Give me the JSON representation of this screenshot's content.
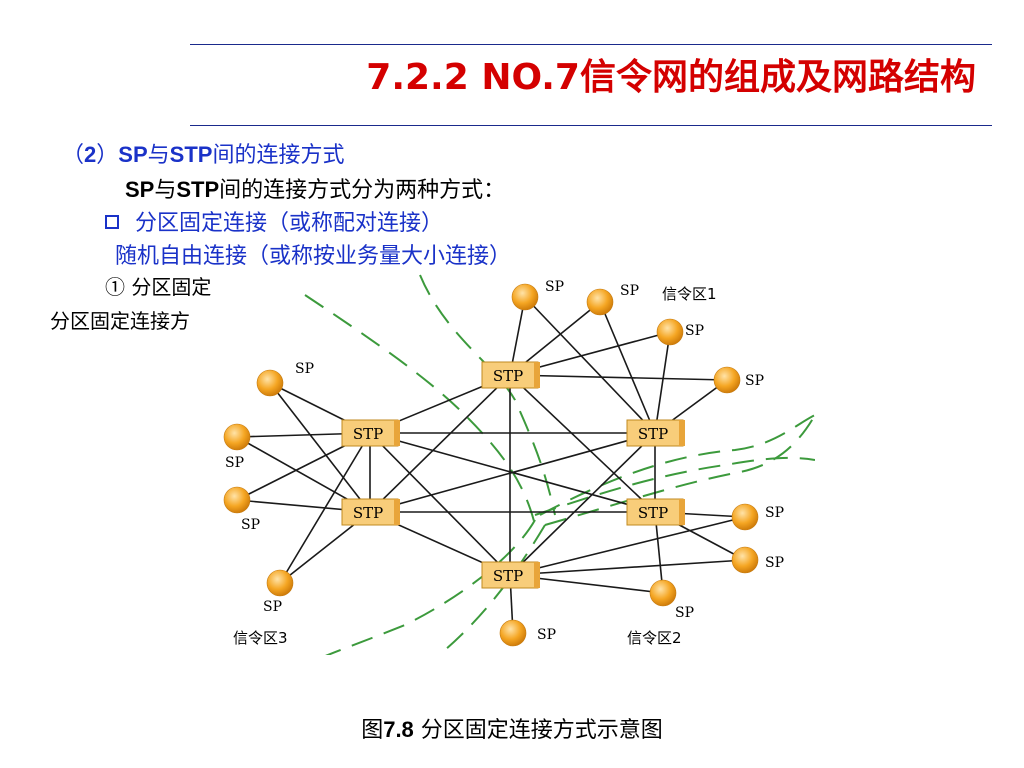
{
  "title": {
    "number": "7.2.2 NO.7",
    "text": "信令网的组成及网路结构"
  },
  "body": {
    "section": {
      "prefix": "（",
      "num": "2",
      "suffix": "）",
      "sp": "SP",
      "conj": "与",
      "stp": "STP",
      "rest": "间的连接方式"
    },
    "intro": {
      "sp": "SP",
      "conj": "与",
      "stp": "STP",
      "rest": "间的连接方式分为两种方式："
    },
    "option1": "分区固定连接（或称配对连接）",
    "option2": "随机自由连接（或称按业务量大小连接）",
    "sub1_partial": "① 分区固定",
    "sub2_partial": "分区固定连接方"
  },
  "diagram": {
    "stp_label": "STP",
    "sp_label": "SP",
    "zone1": "信令区1",
    "zone2": "信令区2",
    "zone3": "信令区3",
    "node_fill": "#f5a623",
    "stp_fill": "#f8cd7a",
    "dash_color": "#3c9a3c"
  },
  "caption": {
    "fig": "图",
    "num": "7.8",
    "text": " 分区固定连接方式示意图"
  },
  "colors": {
    "title_red": "#d40000",
    "text_blue": "#1a32c8",
    "rule": "#1a2a8c"
  }
}
